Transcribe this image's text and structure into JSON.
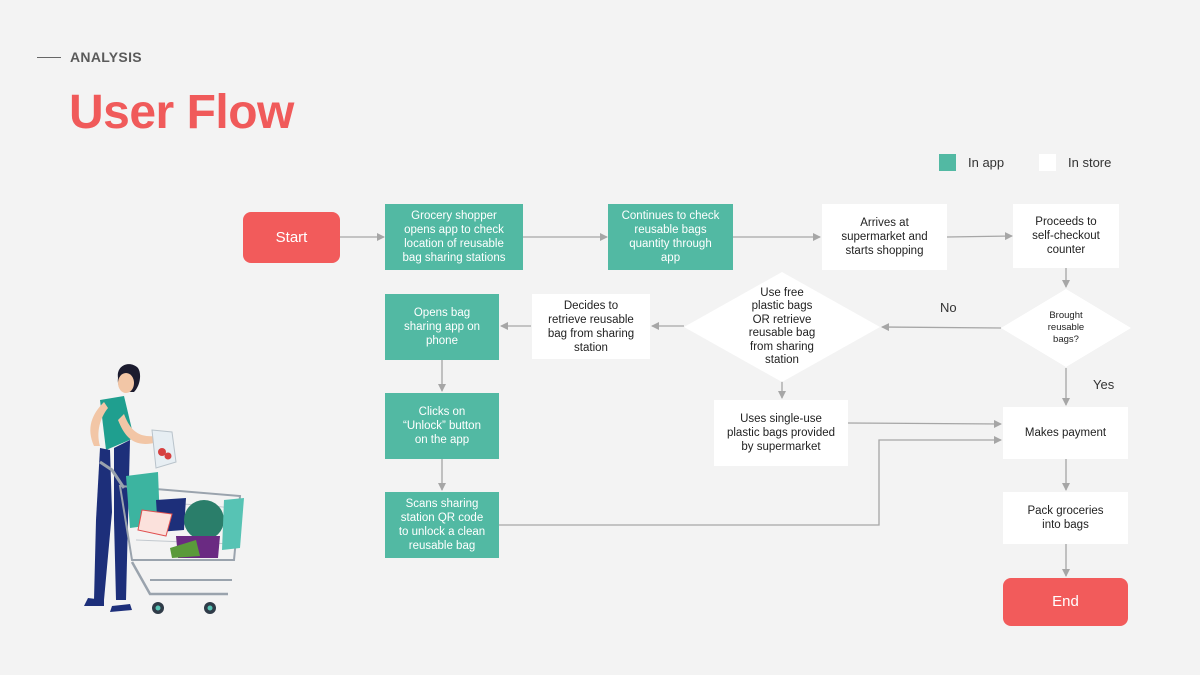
{
  "header": {
    "section": "ANALYSIS",
    "title": "User Flow"
  },
  "legend": [
    {
      "label": "In app",
      "color": "#52b9a3"
    },
    {
      "label": "In store",
      "color": "#ffffff"
    }
  ],
  "nodes": {
    "start": "Start",
    "open_app": "Grocery shopper\nopens app to check\nlocation of reusable\nbag sharing stations",
    "check_qty": "Continues to check\nreusable bags\nquantity through\napp",
    "arrives": "Arrives at\nsupermarket and\nstarts shopping",
    "checkout": "Proceeds to\nself-checkout\ncounter",
    "brought": "Brought\nreusable\nbags?",
    "use_free": "Use free\nplastic bags\nOR retrieve\nreusable bag\nfrom sharing\nstation",
    "decides": "Decides to\nretrieve reusable\nbag from sharing\nstation",
    "opens_bag": "Opens bag\nsharing app on\nphone",
    "clicks": "Clicks on\n“Unlock” button\non the app",
    "scans": "Scans sharing\nstation QR code\nto unlock a clean\nreusable bag",
    "single_use": "Uses single-use\nplastic bags provided\nby supermarket",
    "payment": "Makes payment",
    "pack": "Pack groceries\ninto bags",
    "end": "End"
  },
  "edge_labels": {
    "no": "No",
    "yes": "Yes"
  },
  "colors": {
    "accent": "#f05a5a",
    "in_app": "#52b9a3",
    "terminal": "#f25b5b",
    "arrow": "#a6a6a6"
  }
}
